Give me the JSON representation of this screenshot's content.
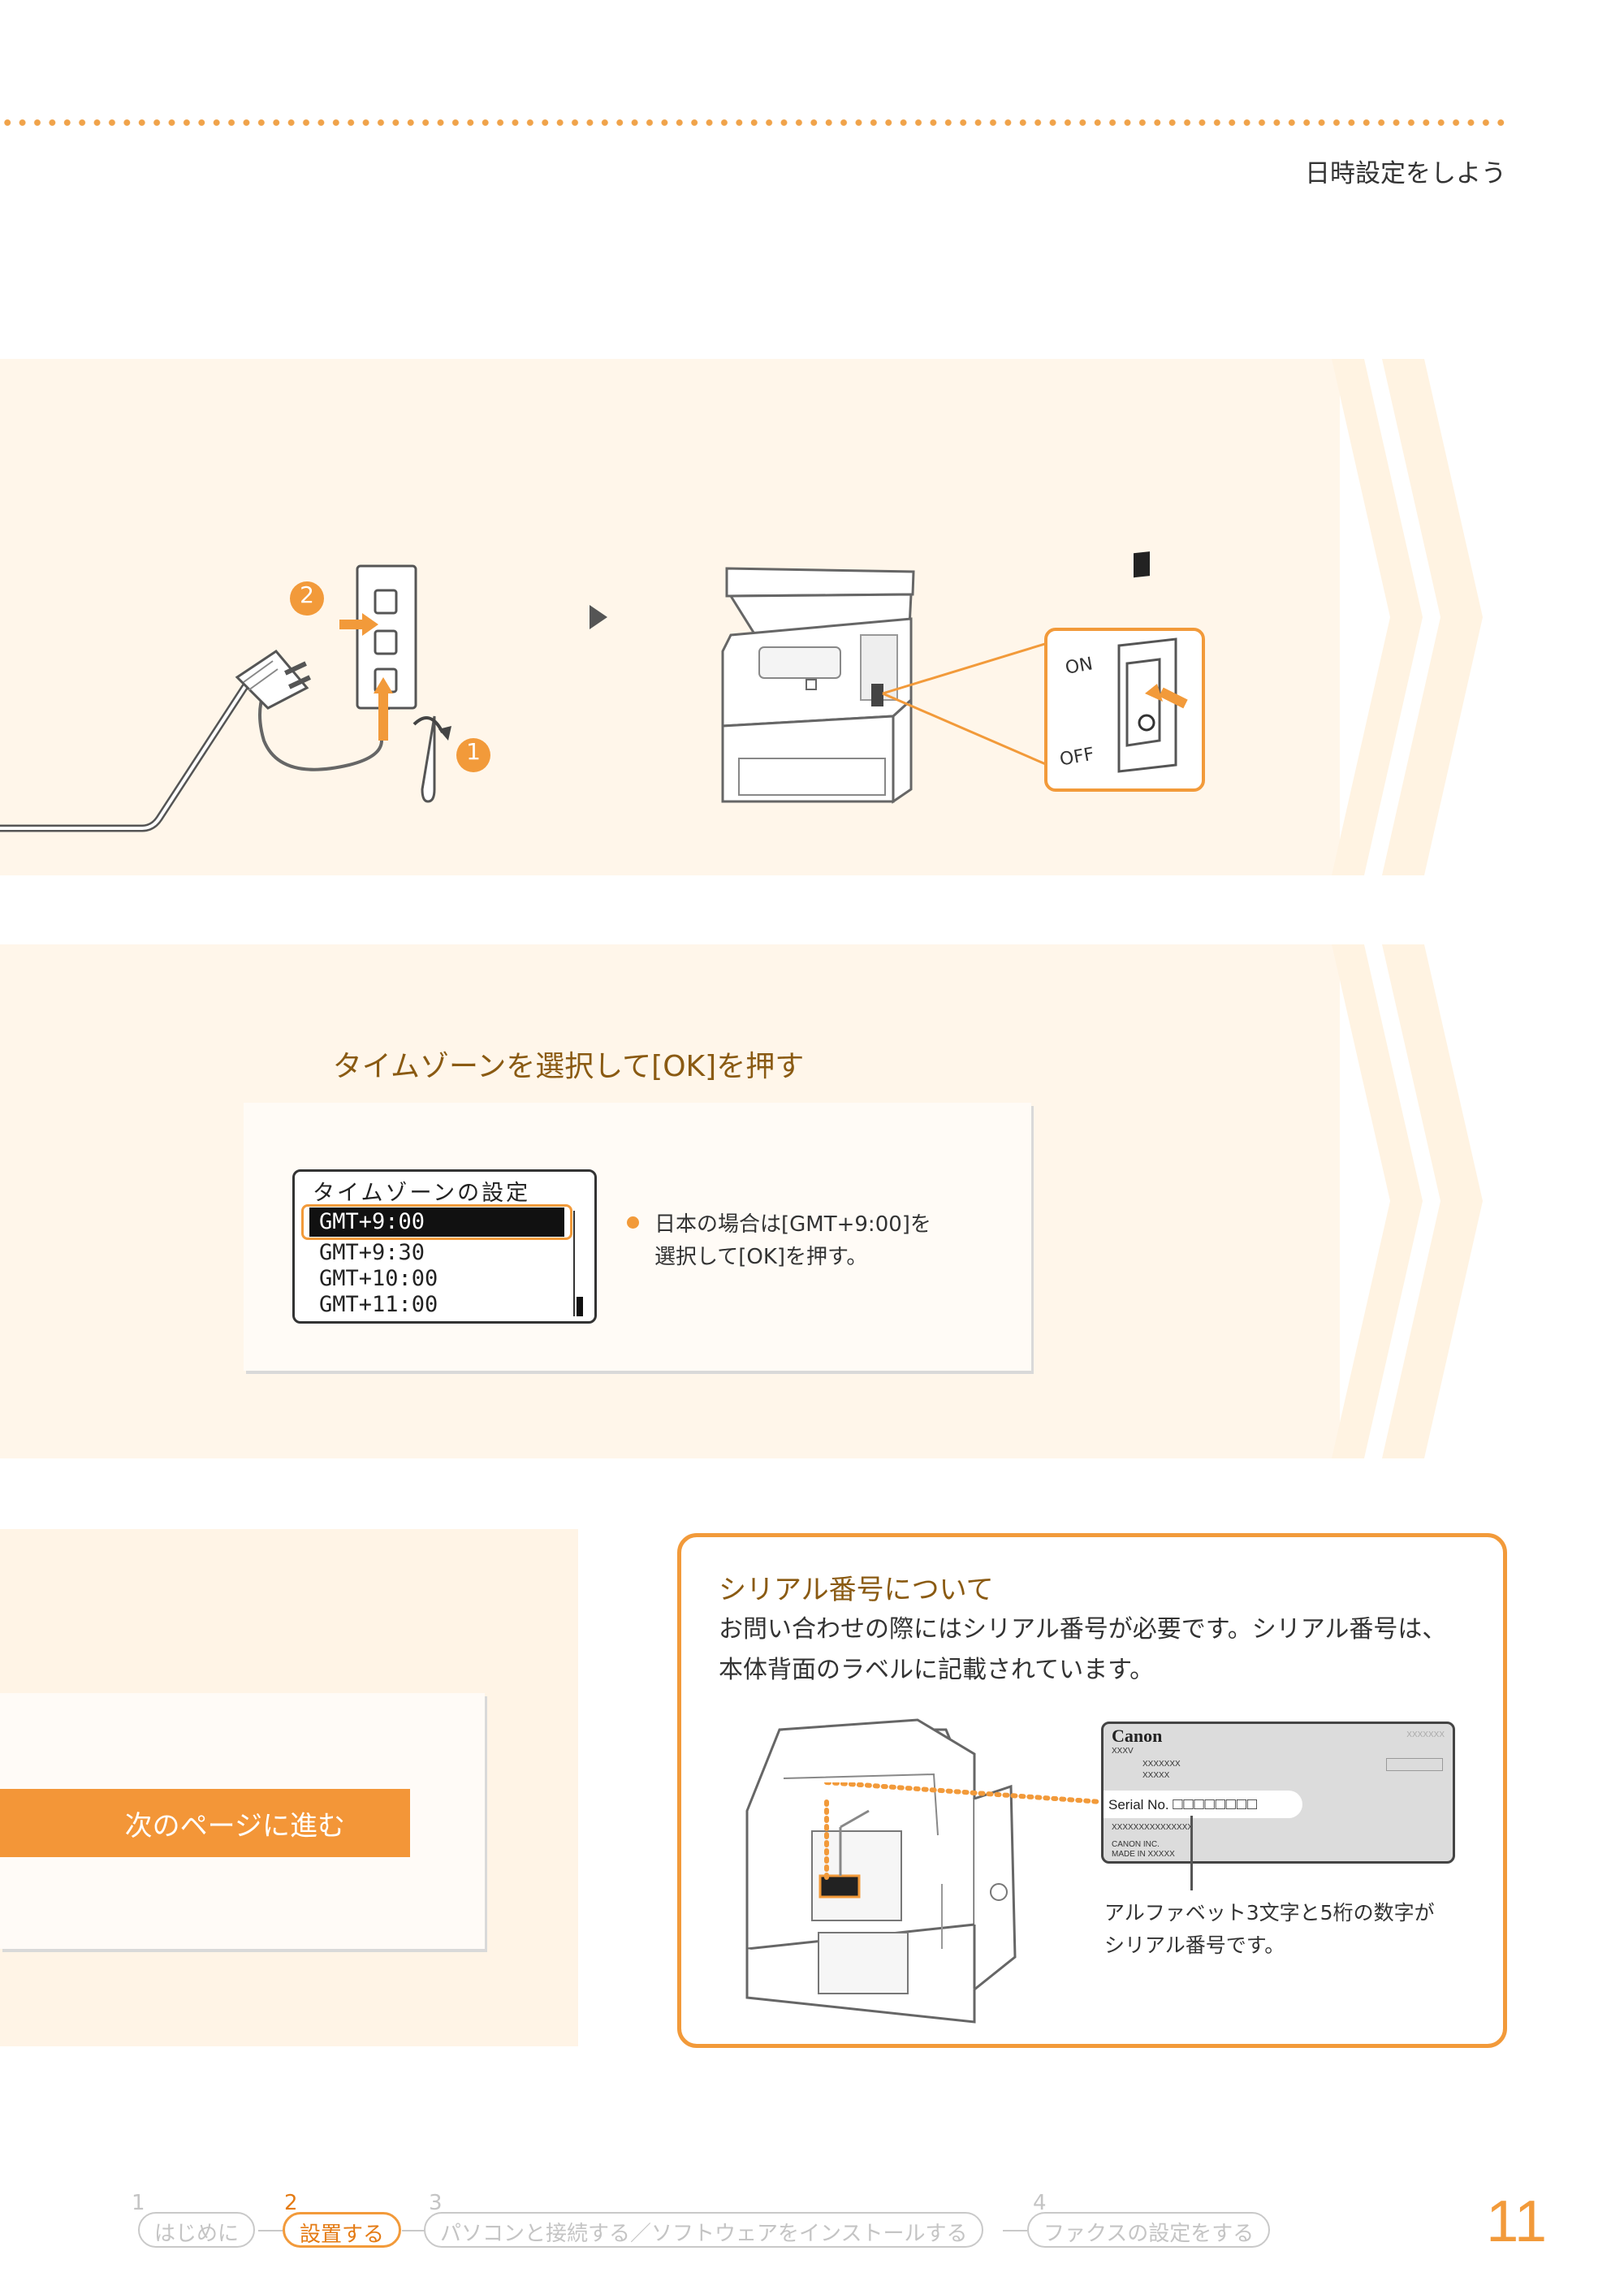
{
  "header": {
    "section_title": "日時設定をしよう"
  },
  "step_power": {
    "badge_1": "1",
    "badge_2": "2",
    "switch_on": "ON",
    "switch_off": "OFF"
  },
  "step_timezone": {
    "title": "タイムゾーンを選択して[OK]を押す",
    "lcd": {
      "heading": "タイムゾーンの設定",
      "options": [
        "GMT+9:00",
        "GMT+9:30",
        "GMT+10:00",
        "GMT+11:00"
      ],
      "selected": "GMT+9:00"
    },
    "note_line1": "日本の場合は[GMT+9:00]を",
    "note_line2": "選択して[OK]を押す。"
  },
  "next_button": "次のページに進む",
  "serial_info": {
    "title": "シリアル番号について",
    "body_line1": "お問い合わせの際にはシリアル番号が必要です。シリアル番号は、",
    "body_line2": "本体背面のラベルに記載されています。",
    "label": {
      "brand": "Canon",
      "model_code": "XXXV",
      "top_right": "XXXXXXX",
      "row1a": "XXXXXXX",
      "row1b": "XXXXX",
      "serial_prefix": "Serial No.",
      "serial_boxes": "□□□□□□□□",
      "code_row": "XXXXXXXXXXXXXXX",
      "maker": "CANON INC.",
      "origin": "MADE IN XXXXX"
    },
    "caption_line1": "アルファベット3文字と5桁の数字が",
    "caption_line2": "シリアル番号です。"
  },
  "footer": {
    "steps": [
      {
        "num": "1",
        "label": "はじめに"
      },
      {
        "num": "2",
        "label": "設置する"
      },
      {
        "num": "3",
        "label": "パソコンと接続する／ソフトウェアをインストールする"
      },
      {
        "num": "4",
        "label": "ファクスの設定をする"
      }
    ],
    "page_number": "11"
  },
  "colors": {
    "accent": "#f29a3a",
    "band": "#fff6ea",
    "title_brown": "#8a5a12"
  }
}
